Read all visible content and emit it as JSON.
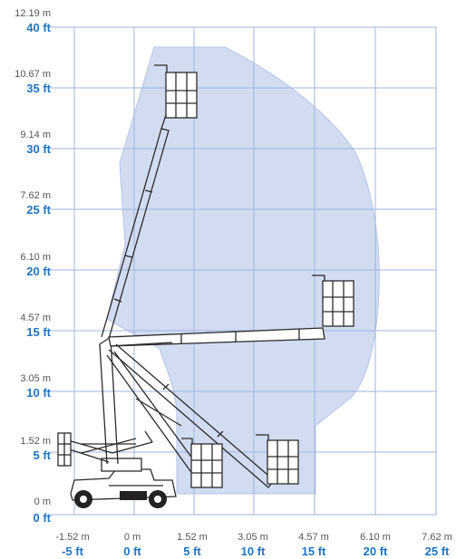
{
  "colors": {
    "envelope_fill": "#c9d6ee",
    "grid_line": "#9fb5dd",
    "metric_label": "#555555",
    "imperial_label": "#1f74c0",
    "machine_line": "#2b2b2b"
  },
  "y_axis": {
    "ticks": [
      {
        "metric": "12.19 m",
        "imperial": "40 ft"
      },
      {
        "metric": "10.67 m",
        "imperial": "35 ft"
      },
      {
        "metric": "9.14 m",
        "imperial": "30 ft"
      },
      {
        "metric": "7.62 m",
        "imperial": "25 ft"
      },
      {
        "metric": "6.10 m",
        "imperial": "20 ft"
      },
      {
        "metric": "4.57 m",
        "imperial": "15 ft"
      },
      {
        "metric": "3.05 m",
        "imperial": "10 ft"
      },
      {
        "metric": "1.52 m",
        "imperial": "5 ft"
      },
      {
        "metric": "0 m",
        "imperial": "0 ft"
      }
    ]
  },
  "x_axis": {
    "ticks": [
      {
        "metric": "-1.52 m",
        "imperial": "-5 ft"
      },
      {
        "metric": "0 m",
        "imperial": "0 ft"
      },
      {
        "metric": "1.52 m",
        "imperial": "5 ft"
      },
      {
        "metric": "3.05 m",
        "imperial": "10 ft"
      },
      {
        "metric": "4.57 m",
        "imperial": "15 ft"
      },
      {
        "metric": "6.10 m",
        "imperial": "20 ft"
      },
      {
        "metric": "7.62 m",
        "imperial": "25 ft"
      }
    ]
  }
}
